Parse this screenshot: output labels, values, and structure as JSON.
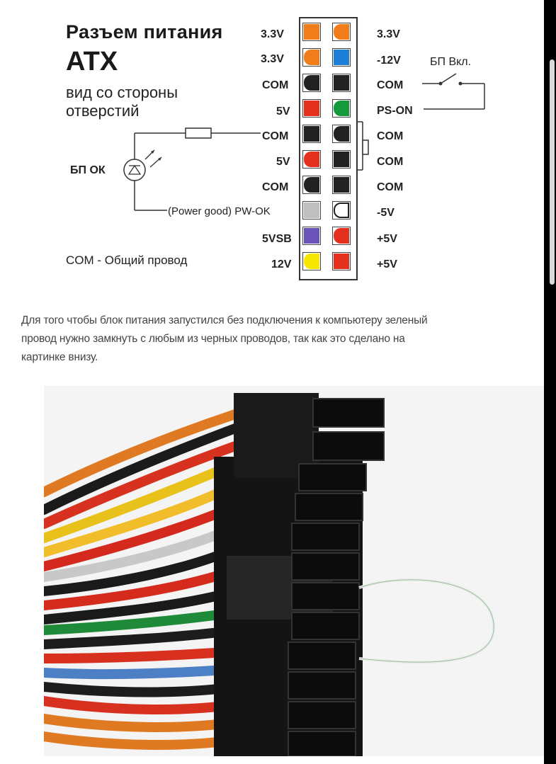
{
  "diagram": {
    "title_line1": "Разъем питания",
    "title_line2": "ATX",
    "subtitle_line1": "вид со стороны",
    "subtitle_line2": "отверстий",
    "power_switch_label": "БП Вкл.",
    "power_ok_label": "БП ОК",
    "com_note": "COM - Общий провод",
    "power_good_label": "(Power good) PW-OK",
    "left_pins": [
      "3.3V",
      "3.3V",
      "COM",
      "5V",
      "COM",
      "5V",
      "COM",
      "",
      "5VSB",
      "12V"
    ],
    "right_pins": [
      "3.3V",
      "-12V",
      "COM",
      "PS-ON",
      "COM",
      "COM",
      "COM",
      "-5V",
      "+5V",
      "+5V"
    ],
    "wire_colors": {
      "orange": "#f07d1a",
      "blue": "#1e7fd8",
      "black": "#222222",
      "red": "#e4301c",
      "green": "#139a3c",
      "gray": "#bfbfbf",
      "white": "#ffffff",
      "purple": "#6a53b8",
      "yellow": "#f7e600"
    }
  },
  "paragraph": {
    "line1": "Для того чтобы блок питания запустился без подключения к компьютеру зеленый",
    "line2": "провод нужно замкнуть с любым из черных проводов, так как это сделано на",
    "line3": "картинке внизу."
  },
  "photo": {
    "description_icon": "atx-connector-photo"
  }
}
